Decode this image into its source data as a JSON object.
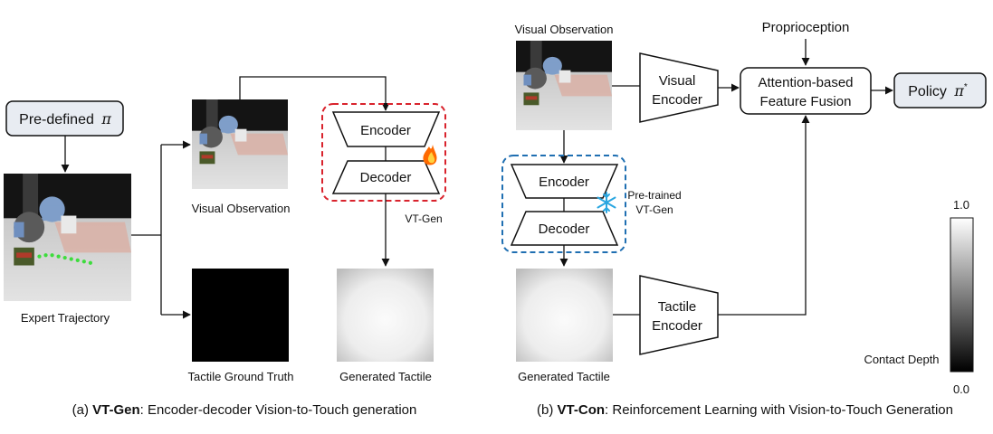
{
  "panel_a": {
    "predefined_label": "Pre-defined",
    "predefined_symbol": "π",
    "expert_trajectory": "Expert Trajectory",
    "visual_observation": "Visual Observation",
    "tactile_ground_truth": "Tactile Ground Truth",
    "generated_tactile": "Generated Tactile",
    "encoder": "Encoder",
    "decoder": "Decoder",
    "vt_gen_tag": "VT-Gen",
    "caption_prefix": "(a) ",
    "caption_bold": "VT-Gen",
    "caption_rest": ": Encoder-decoder Vision-to-Touch generation"
  },
  "panel_b": {
    "visual_observation": "Visual Observation",
    "proprioception": "Proprioception",
    "visual_encoder_line1": "Visual",
    "visual_encoder_line2": "Encoder",
    "fusion_line1": "Attention-based",
    "fusion_line2": "Feature Fusion",
    "policy_label": "Policy",
    "policy_symbol": "π",
    "policy_sup": "*",
    "encoder": "Encoder",
    "decoder": "Decoder",
    "pretrained_line1": "Pre-trained",
    "pretrained_line2": "VT-Gen",
    "generated_tactile": "Generated Tactile",
    "tactile_encoder_line1": "Tactile",
    "tactile_encoder_line2": "Encoder",
    "caption_prefix": "(b) ",
    "caption_bold": "VT-Con",
    "caption_rest": ": Reinforcement Learning with Vision-to-Touch Generation"
  },
  "colorbar": {
    "max": "1.0",
    "min": "0.0",
    "label": "Contact Depth"
  },
  "colors": {
    "frozen_box": "#1f6fb2",
    "trainable_box": "#d9232d",
    "fire_icon": "#ff6a00",
    "snowflake_icon": "#2aa6e0",
    "rounded_box_fill": "#e8ecf2"
  }
}
